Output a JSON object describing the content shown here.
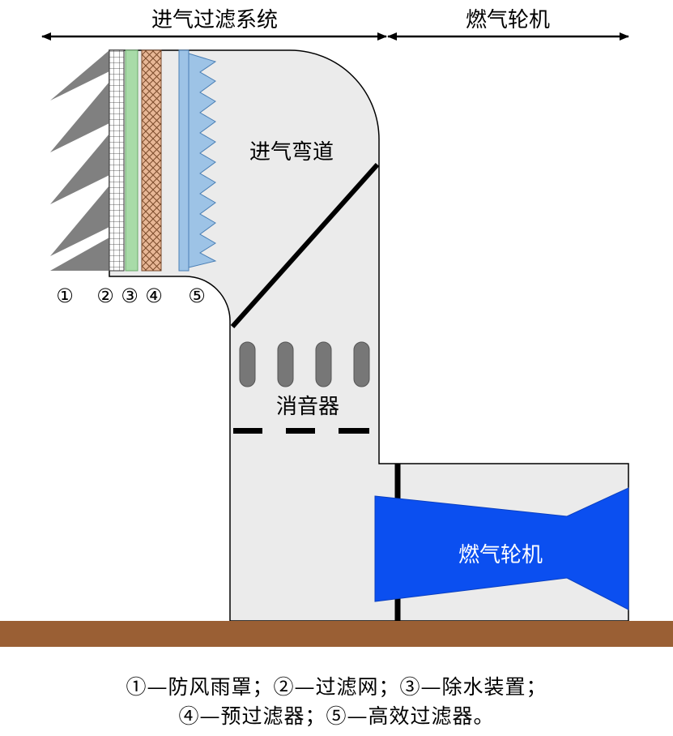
{
  "header": {
    "intake_system": "进气过滤系统",
    "gas_turbine": "燃气轮机"
  },
  "labels": {
    "intake_bend": "进气弯道",
    "silencer": "消音器",
    "turbine": "燃气轮机"
  },
  "markers": [
    "①",
    "②",
    "③",
    "④",
    "⑤"
  ],
  "legend": {
    "line1": "①—防风雨罩；②—过滤网；③—除水装置；",
    "line2": "④—预过滤器；⑤—高效过滤器。"
  },
  "colors": {
    "duct_fill": "#ebebeb",
    "weather_hood": "#7f7f7f",
    "filter_mesh": "#ffffff",
    "demister": "#a8dba8",
    "pre_filter": "#e8b796",
    "hepa_filter": "#9dc3e6",
    "turbine": "#0b4ff0",
    "ground": "#9a5f34"
  }
}
